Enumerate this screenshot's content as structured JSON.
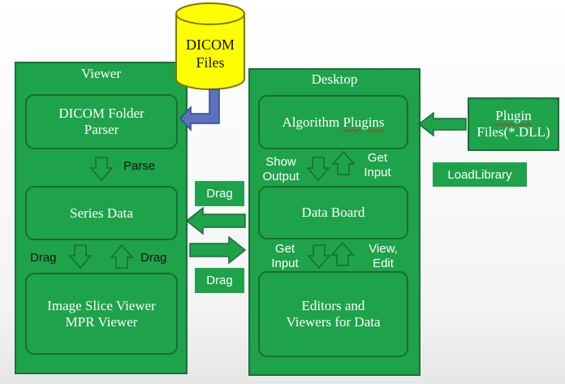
{
  "dicom_files": "DICOM\nFiles",
  "viewer": {
    "title": "Viewer",
    "parser": "DICOM Folder\nParser",
    "parse_label": "Parse",
    "series": "Series Data",
    "drag_down_label": "Drag",
    "drag_up_label": "Drag",
    "slice_viewer": "Image Slice Viewer\nMPR Viewer"
  },
  "desktop": {
    "title": "Desktop",
    "plugins_prefix": "Algorithm ",
    "plugins_word": "Plugins",
    "show_output": "Show\nOutput",
    "get_input_top": "Get\nInput",
    "data_board": "Data Board",
    "get_input_bottom": "Get\nInput",
    "view_edit": "View,\nEdit",
    "editors": "Editors and\nViewers for Data"
  },
  "plugin_files": {
    "word": "Plugin",
    "ext": "Files(*.DLL)"
  },
  "load_library": "LoadLibrary",
  "drag_top_label": "Drag",
  "drag_bottom_label": "Drag",
  "colors": {
    "green": "#1ea34a",
    "dark_green": "#1a6a36",
    "cylinder_yellow": "#ffff00",
    "arrow_blue": "#5b73bb"
  }
}
